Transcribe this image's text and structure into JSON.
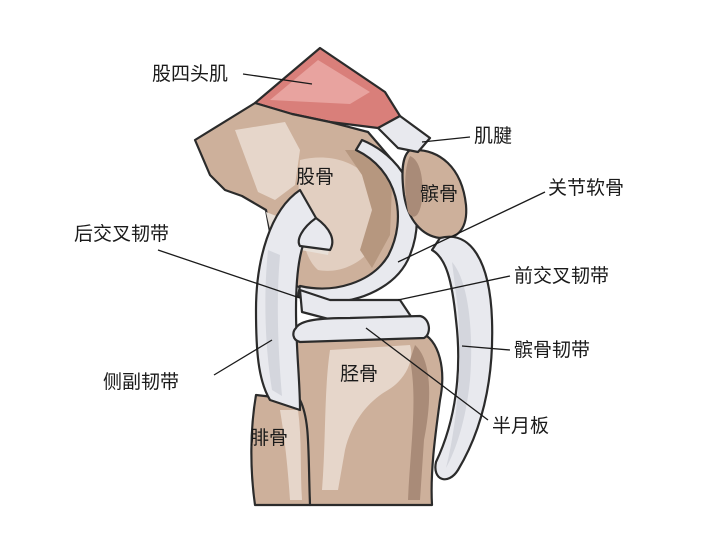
{
  "labels": {
    "quadriceps": "股四头肌",
    "tendon": "肌腱",
    "femur": "股骨",
    "patella": "髌骨",
    "articular_cartilage": "关节软骨",
    "posterior_cruciate": "后交叉韧带",
    "anterior_cruciate": "前交叉韧带",
    "patellar_ligament": "髌骨韧带",
    "collateral_ligament": "侧副韧带",
    "tibia": "胫骨",
    "meniscus": "半月板",
    "fibula": "腓骨"
  },
  "colors": {
    "bone": "#cdb09b",
    "bone_dark": "#a98b78",
    "bone_light": "#e6d6ca",
    "muscle": "#d97f7a",
    "ligament": "#e8e9ee",
    "ligament_shade": "#c9cbd3",
    "outline": "#2b2b2b"
  }
}
